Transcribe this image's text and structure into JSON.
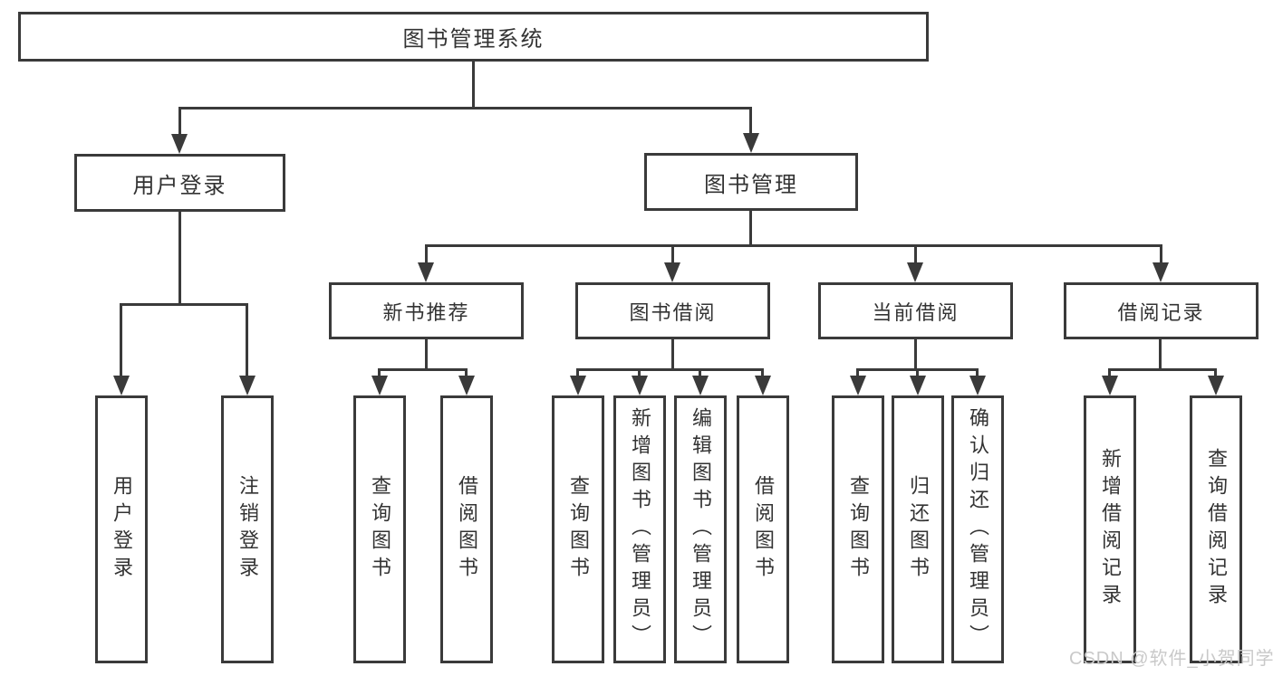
{
  "tree": {
    "label": "图书管理系统",
    "children": [
      {
        "label": "用户登录",
        "children": [
          {
            "label": "用户登录"
          },
          {
            "label": "注销登录"
          }
        ]
      },
      {
        "label": "图书管理",
        "children": [
          {
            "label": "新书推荐",
            "children": [
              {
                "label": "查询图书"
              },
              {
                "label": "借阅图书"
              }
            ]
          },
          {
            "label": "图书借阅",
            "children": [
              {
                "label": "查询图书"
              },
              {
                "label": "新增图书（管理员）"
              },
              {
                "label": "编辑图书（管理员）"
              },
              {
                "label": "借阅图书"
              }
            ]
          },
          {
            "label": "当前借阅",
            "children": [
              {
                "label": "查询图书"
              },
              {
                "label": "归还图书"
              },
              {
                "label": "确认归还（管理员）"
              }
            ]
          },
          {
            "label": "借阅记录",
            "children": [
              {
                "label": "新增借阅记录"
              },
              {
                "label": "查询借阅记录"
              }
            ]
          }
        ]
      }
    ]
  },
  "watermark": {
    "text": "CSDN @软件_小贺同学",
    "color": "#c9c9c9"
  },
  "colors": {
    "line": "#3a3a3a",
    "text": "#333333",
    "background": "#ffffff"
  }
}
